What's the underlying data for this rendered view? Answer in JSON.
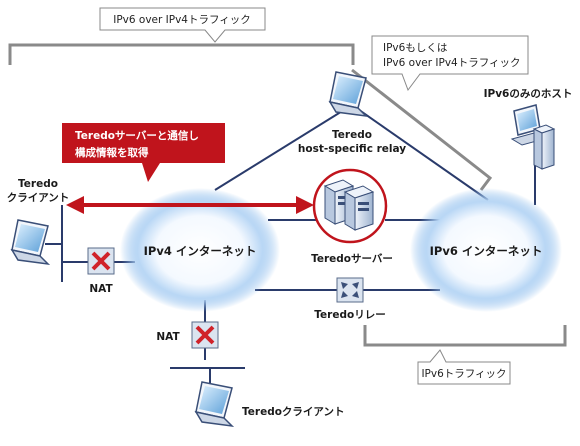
{
  "callouts": {
    "top": "IPv6 over IPv4トラフィック",
    "right_line1": "IPv6もしくは",
    "right_line2": "IPv6 over IPv4トラフィック",
    "bottom": "IPv6トラフィック"
  },
  "red_note": {
    "line1": "Teredoサーバーと通信し",
    "line2": "構成情報を取得"
  },
  "clouds": {
    "ipv4": "IPv4 インターネット",
    "ipv6": "IPv6 インターネット"
  },
  "nodes": {
    "relay_line1": "Teredo",
    "relay_line2": "host-specific relay",
    "client_left_line1": "Teredo",
    "client_left_line2": "クライアント",
    "server": "Teredoサーバー",
    "ipv6_host": "IPv6のみのホスト",
    "teredo_relay": "Teredoリレー",
    "nat_left": "NAT",
    "nat_bottom": "NAT",
    "client_bottom": "Teredoクライアント"
  },
  "colors": {
    "accent_red": "#c0141c",
    "network_line": "#2a3b6b",
    "bracket_gray": "#8a8a8a",
    "cloud_blue": "#7fb4ea"
  }
}
